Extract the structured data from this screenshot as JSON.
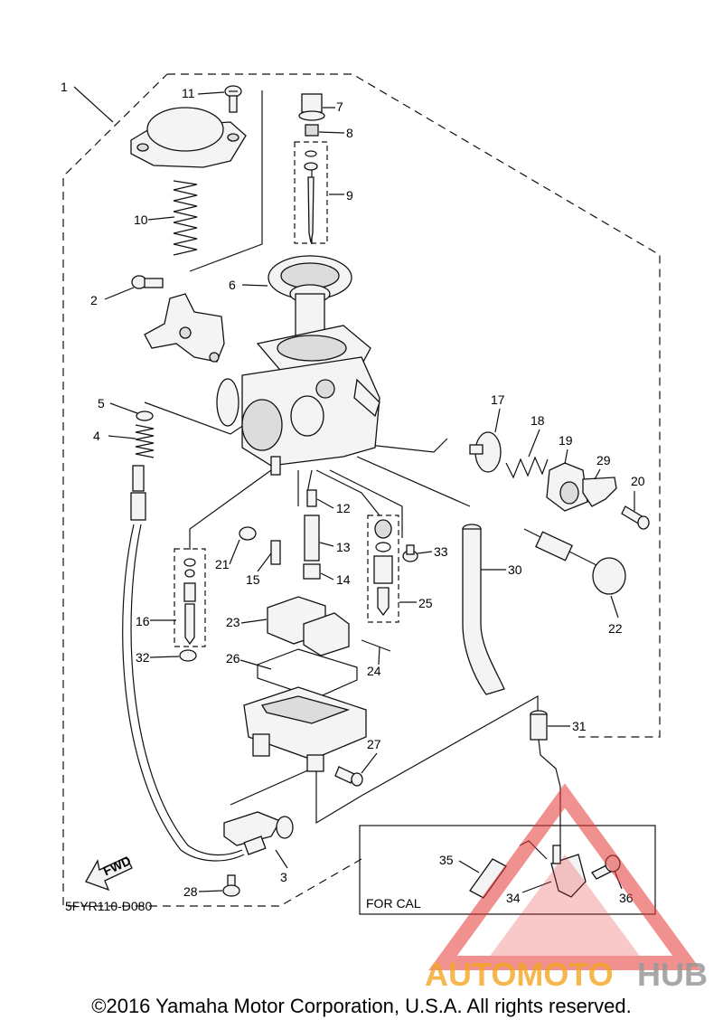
{
  "callouts": [
    "1",
    "2",
    "3",
    "4",
    "5",
    "6",
    "7",
    "8",
    "9",
    "10",
    "11",
    "12",
    "13",
    "14",
    "15",
    "16",
    "17",
    "18",
    "19",
    "20",
    "21",
    "22",
    "23",
    "24",
    "25",
    "26",
    "27",
    "28",
    "29",
    "30",
    "31",
    "32",
    "33",
    "34",
    "35",
    "36"
  ],
  "diagram_code": "5FYR110-D080",
  "inset_label": "FOR CAL",
  "fwd_label": "FWD",
  "watermark": {
    "part1": "AUTOMOTO",
    "part2": "HUB",
    "color1": "#f5a623",
    "color2": "#999999",
    "triangle_color": "#e53935"
  },
  "copyright": "©2016 Yamaha Motor Corporation, U.S.A. All rights reserved."
}
